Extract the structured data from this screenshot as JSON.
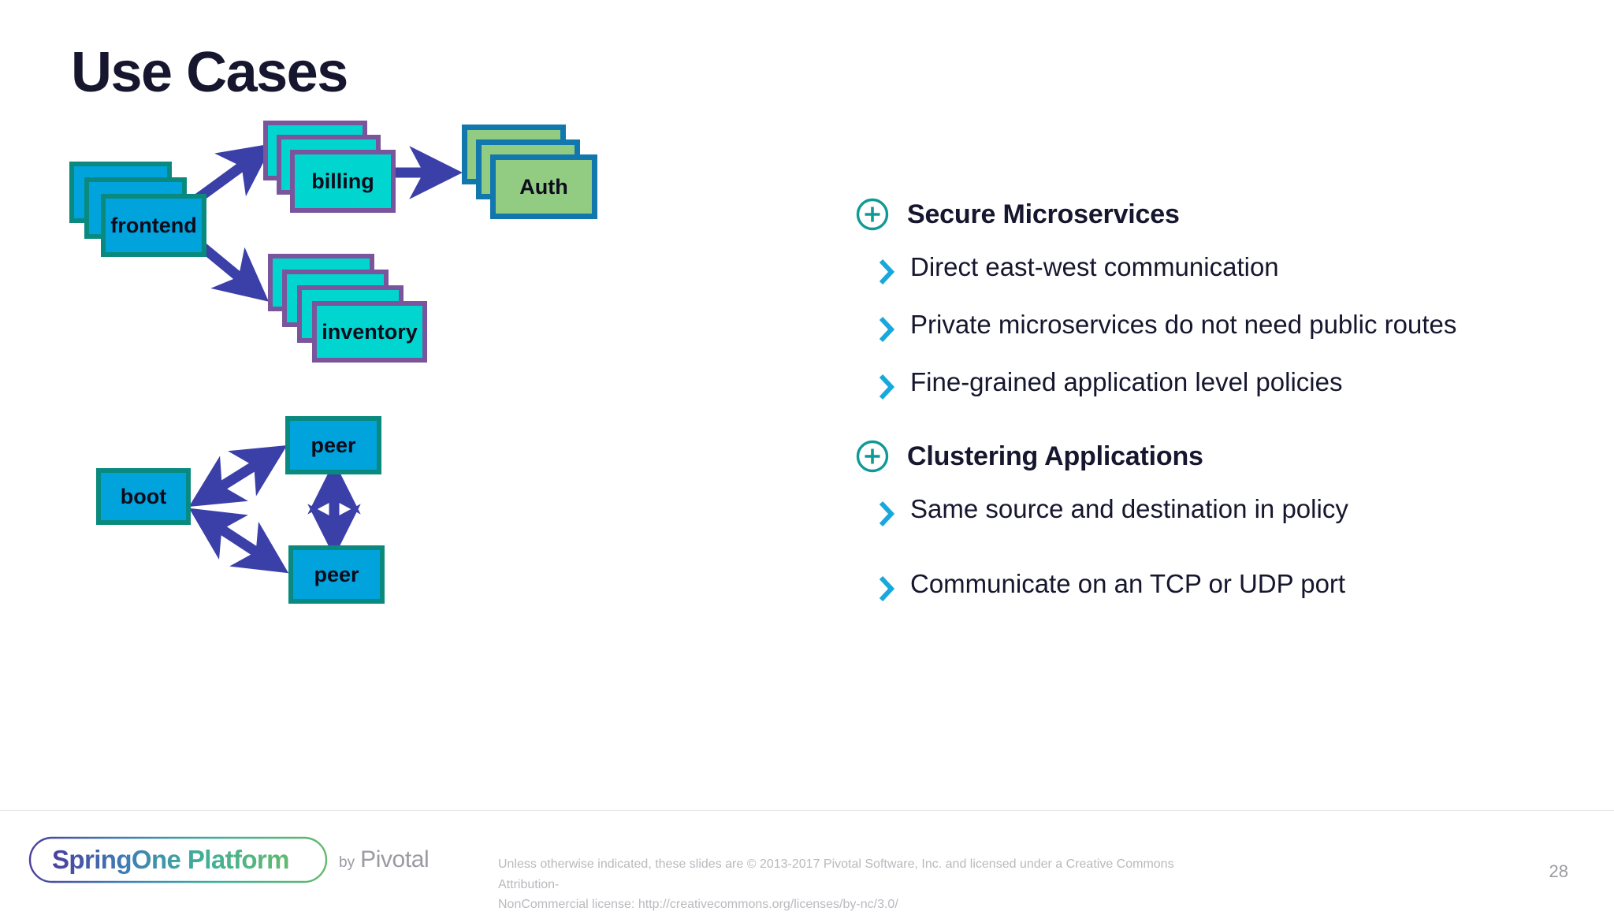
{
  "slide": {
    "title": "Use Cases",
    "page_number": "28"
  },
  "diagram": {
    "microservices": {
      "nodes": [
        {
          "id": "frontend",
          "label": "frontend",
          "style": "blue",
          "copies": 3
        },
        {
          "id": "billing",
          "label": "billing",
          "style": "cyan",
          "copies": 3
        },
        {
          "id": "inventory",
          "label": "inventory",
          "style": "cyan",
          "copies": 4
        },
        {
          "id": "auth",
          "label": "Auth",
          "style": "green",
          "copies": 3
        }
      ],
      "edges": [
        {
          "from": "frontend",
          "to": "billing",
          "direction": "one-way"
        },
        {
          "from": "frontend",
          "to": "inventory",
          "direction": "one-way"
        },
        {
          "from": "billing",
          "to": "auth",
          "direction": "one-way"
        }
      ]
    },
    "clustering": {
      "nodes": [
        {
          "id": "boot",
          "label": "boot",
          "style": "blue"
        },
        {
          "id": "peer-top",
          "label": "peer",
          "style": "blue"
        },
        {
          "id": "peer-bottom",
          "label": "peer",
          "style": "blue"
        }
      ],
      "edges": [
        {
          "from": "boot",
          "to": "peer-top",
          "direction": "two-way"
        },
        {
          "from": "boot",
          "to": "peer-bottom",
          "direction": "two-way"
        },
        {
          "from": "peer-top",
          "to": "peer-bottom",
          "direction": "two-way"
        }
      ]
    }
  },
  "content": {
    "sections": [
      {
        "icon": "circled-plus-icon",
        "title": "Secure Microservices",
        "bullets": [
          "Direct east-west communication",
          "Private microservices do not need public routes",
          "Fine-grained application level policies"
        ]
      },
      {
        "icon": "circled-plus-icon",
        "title": "Clustering Applications",
        "bullets": [
          "Same source and destination in policy",
          "Communicate on an TCP or UDP port"
        ]
      }
    ]
  },
  "footer": {
    "logo_text": "SpringOne Platform",
    "by_label": "by",
    "brand": "Pivotal",
    "copyright_line1": "Unless otherwise indicated, these slides are © 2013-2017 Pivotal Software, Inc. and licensed under a Creative Commons Attribution-",
    "copyright_line2": "NonCommercial license: http://creativecommons.org/licenses/by-nc/3.0/"
  },
  "colors": {
    "title": "#16162e",
    "node_blue_fill": "#00a3DC",
    "node_blue_border": "#0a8a7e",
    "node_cyan_fill": "#00d6cf",
    "node_cyan_border": "#7a559c",
    "node_green_fill": "#92cb82",
    "node_green_border": "#1277ad",
    "arrow": "#3b3fa8",
    "plus_icon": "#0e9a96",
    "chevron": "#19a8dc",
    "footer_text": "#b9b9bf"
  }
}
